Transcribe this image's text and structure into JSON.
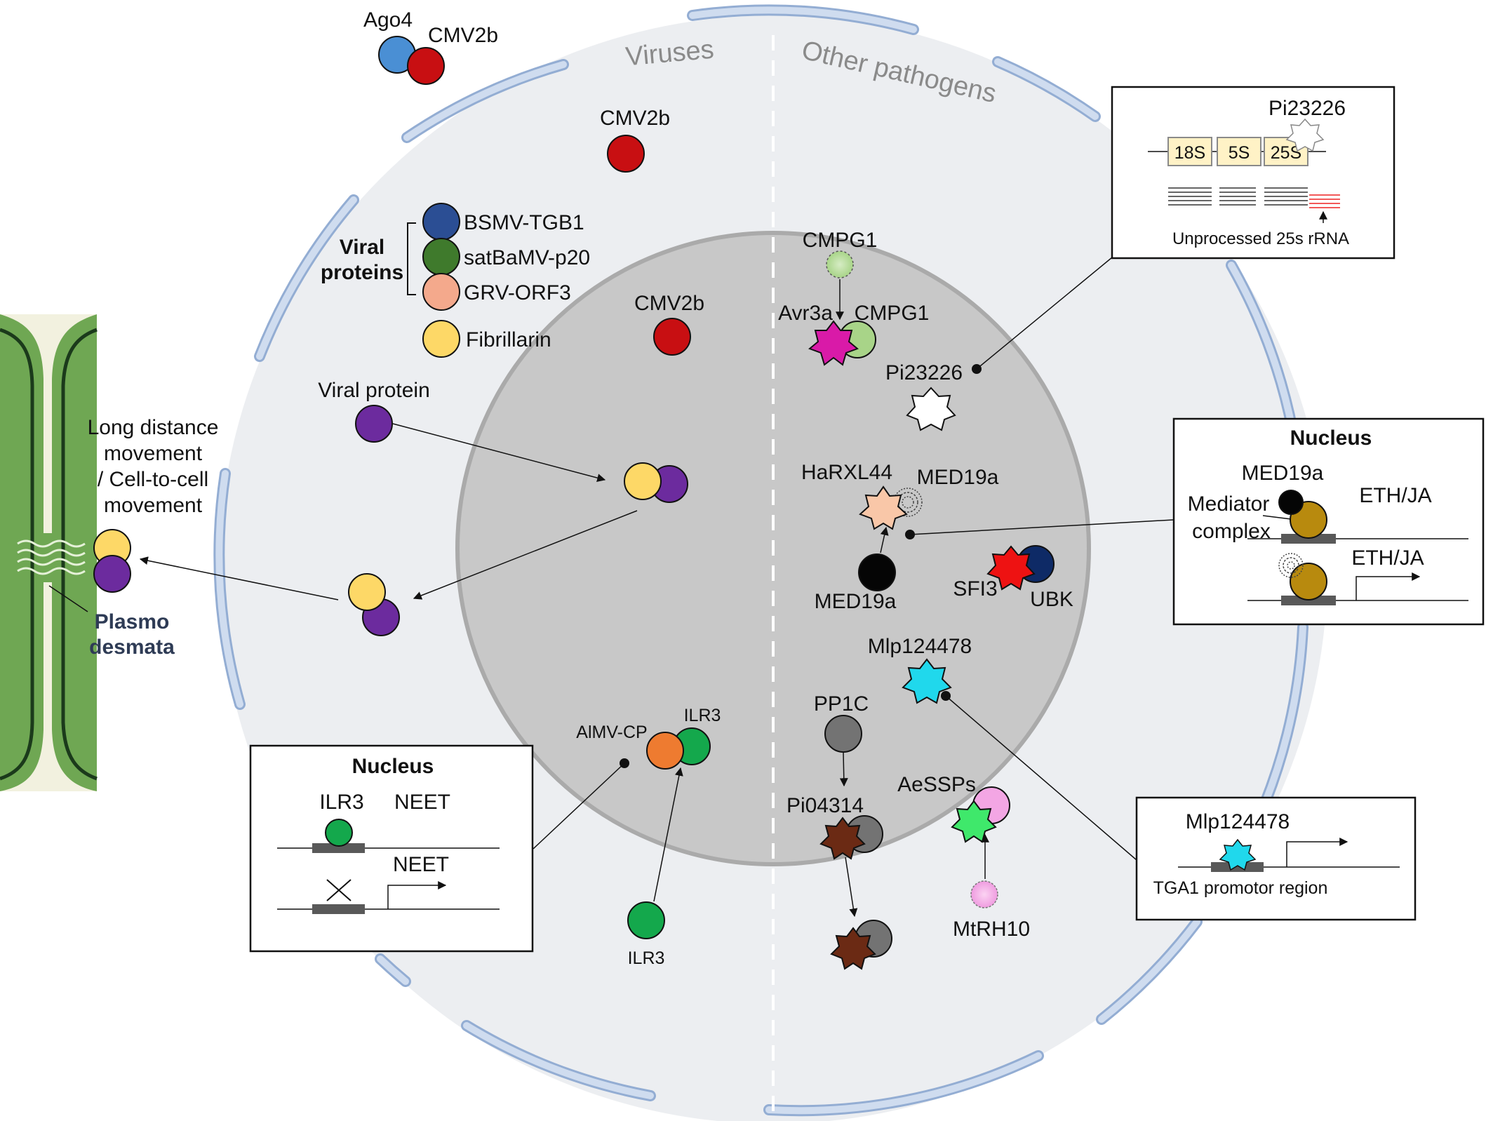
{
  "sections": {
    "viruses": "Viruses",
    "other_pathogens": "Other pathogens"
  },
  "virus_side": {
    "ago4": "Ago4",
    "cmv2b_outside": "CMV2b",
    "cmv2b_cytoplasm": "CMV2b",
    "cmv2b_nucleolus": "CMV2b",
    "viral_proteins_heading_line1": "Viral",
    "viral_proteins_heading_line2": "proteins",
    "legend": [
      {
        "label": "BSMV-TGB1",
        "color": "#2b4e94"
      },
      {
        "label": "satBaMV-p20",
        "color": "#3f7a2c"
      },
      {
        "label": "GRV-ORF3",
        "color": "#f4a98c"
      },
      {
        "label": "Fibrillarin",
        "color": "#fdd867"
      }
    ],
    "viral_protein": "Viral protein",
    "movement_line1": "Long distance",
    "movement_line2": "movement",
    "movement_line3": "/ Cell-to-cell",
    "movement_line4": "movement",
    "plasmodesmata_line1": "Plasmo",
    "plasmodesmata_line2": "desmata",
    "aimv_cp": "AlMV-CP",
    "ilr3_nucleolus": "ILR3",
    "ilr3_cytoplasm": "ILR3"
  },
  "nucleus_box_left": {
    "title": "Nucleus",
    "ilr3": "ILR3",
    "neet_top": "NEET",
    "neet_bottom": "NEET"
  },
  "pathogen_side": {
    "cmpg1_top": "CMPG1",
    "avr3a": "Avr3a",
    "cmpg1": "CMPG1",
    "pi23226": "Pi23226",
    "harxl44": "HaRXL44",
    "med19a_top": "MED19a",
    "med19a_bottom": "MED19a",
    "sfi3": "SFI3",
    "ubk": "UBK",
    "mlp124478": "Mlp124478",
    "pp1c": "PP1C",
    "pi04314": "Pi04314",
    "aessps": "AeSSPs",
    "mtrh10": "MtRH10"
  },
  "rrna_box": {
    "pi23226": "Pi23226",
    "genes": [
      "18S",
      "5S",
      "25S"
    ],
    "caption": "Unprocessed 25s rRNA"
  },
  "nucleus_box_right": {
    "title": "Nucleus",
    "med19a": "MED19a",
    "mediator_line1": "Mediator",
    "mediator_line2": "complex",
    "eth_ja_top": "ETH/JA",
    "eth_ja_bottom": "ETH/JA"
  },
  "tga1_box": {
    "mlp124478": "Mlp124478",
    "caption": "TGA1 promotor region"
  },
  "colors": {
    "cell_fill": "#eceef1",
    "cell_wall": "#b9cbe6",
    "nucleolus_fill": "#c8c8c8",
    "cmv2b": "#c80f12",
    "ago4": "#4a8fd4",
    "fibrillarin": "#fdd867",
    "viral_protein": "#6c2b9e",
    "aimv_cp": "#ee7b30",
    "ilr3": "#14a84c",
    "avr3a": "#d91aa8",
    "cmpg1": "#a8d488",
    "med19a": "#050505",
    "harxl44": "#f9c7a8",
    "sfi3": "#ee1212",
    "ubk": "#0e2a66",
    "mlp124478": "#20d8ec",
    "pp1c": "#737373",
    "pi04314": "#6b2a14",
    "aessps": "#3fe86b",
    "aessps_partner": "#f3a6e4",
    "mediator": "#b88a0e",
    "plasmodesmata_green": "#6fa753",
    "plasmodesmata_dark": "#1b3a1b",
    "plasmodesmata_cream": "#f2f1df"
  }
}
